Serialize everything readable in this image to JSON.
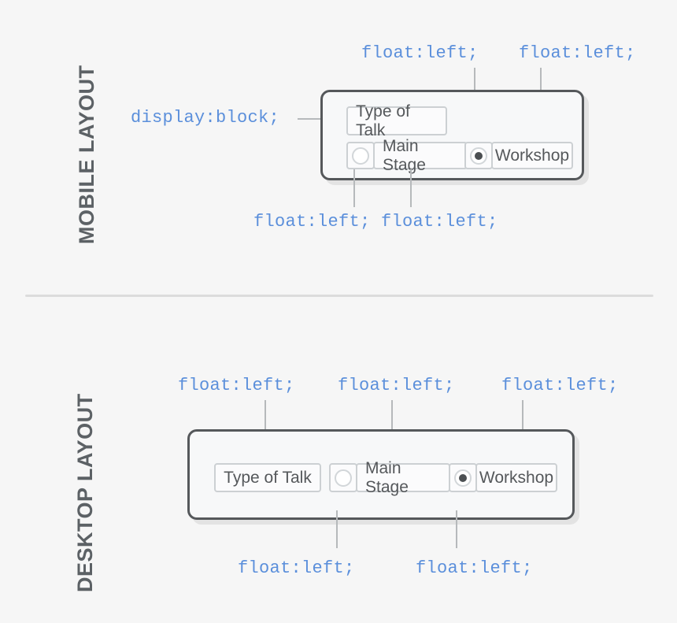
{
  "page": {
    "background": "#f6f6f6",
    "annotation_color": "#5b8fdb",
    "frame_border_color": "#55585b",
    "label_color": "#5c6165"
  },
  "sections": {
    "mobile": {
      "title": "MOBILE LAYOUT",
      "annotations": {
        "left": "display:block;",
        "top_1": "float:left;",
        "top_2": "float:left;",
        "bottom_1": "float:left;",
        "bottom_2": "float:left;"
      },
      "form": {
        "legend": "Type of Talk",
        "options": [
          {
            "label": "Main Stage",
            "selected": false
          },
          {
            "label": "Workshop",
            "selected": true
          }
        ]
      }
    },
    "desktop": {
      "title": "DESKTOP LAYOUT",
      "annotations": {
        "top_1": "float:left;",
        "top_2": "float:left;",
        "top_3": "float:left;",
        "bottom_1": "float:left;",
        "bottom_2": "float:left;"
      },
      "form": {
        "legend": "Type of Talk",
        "options": [
          {
            "label": "Main Stage",
            "selected": false
          },
          {
            "label": "Workshop",
            "selected": true
          }
        ]
      }
    }
  }
}
